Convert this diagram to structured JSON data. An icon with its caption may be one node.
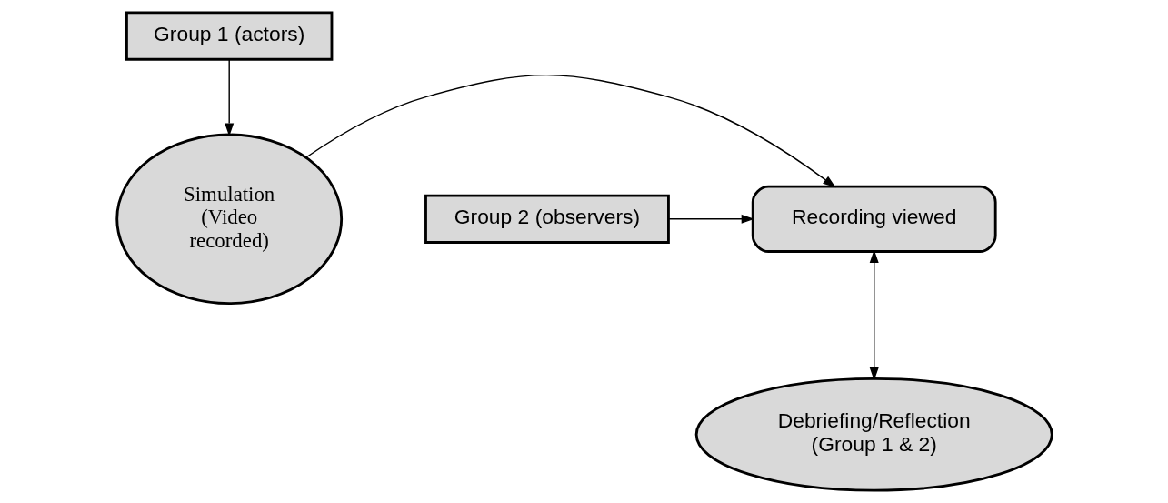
{
  "diagram": {
    "nodes": [
      {
        "text": [
          "Group 1 (actors)"
        ]
      },
      {
        "text": [
          "Simulation (Video recorded)"
        ]
      },
      {
        "text": [
          "Recording viewed"
        ]
      },
      {
        "text": [
          "Group 2 (observers)"
        ]
      },
      {
        "text": [
          "Debriefing/Reflection (Group 1 & 2)"
        ]
      }
    ],
    "edges": [
      {
        "from": 0,
        "to": 1,
        "arrow": "to"
      },
      {
        "from": 1,
        "to": 2,
        "arrow": "to"
      },
      {
        "from": 3,
        "to": 2,
        "arrow": "to"
      },
      {
        "from": 2,
        "to": 4,
        "arrow": "both"
      }
    ]
  }
}
